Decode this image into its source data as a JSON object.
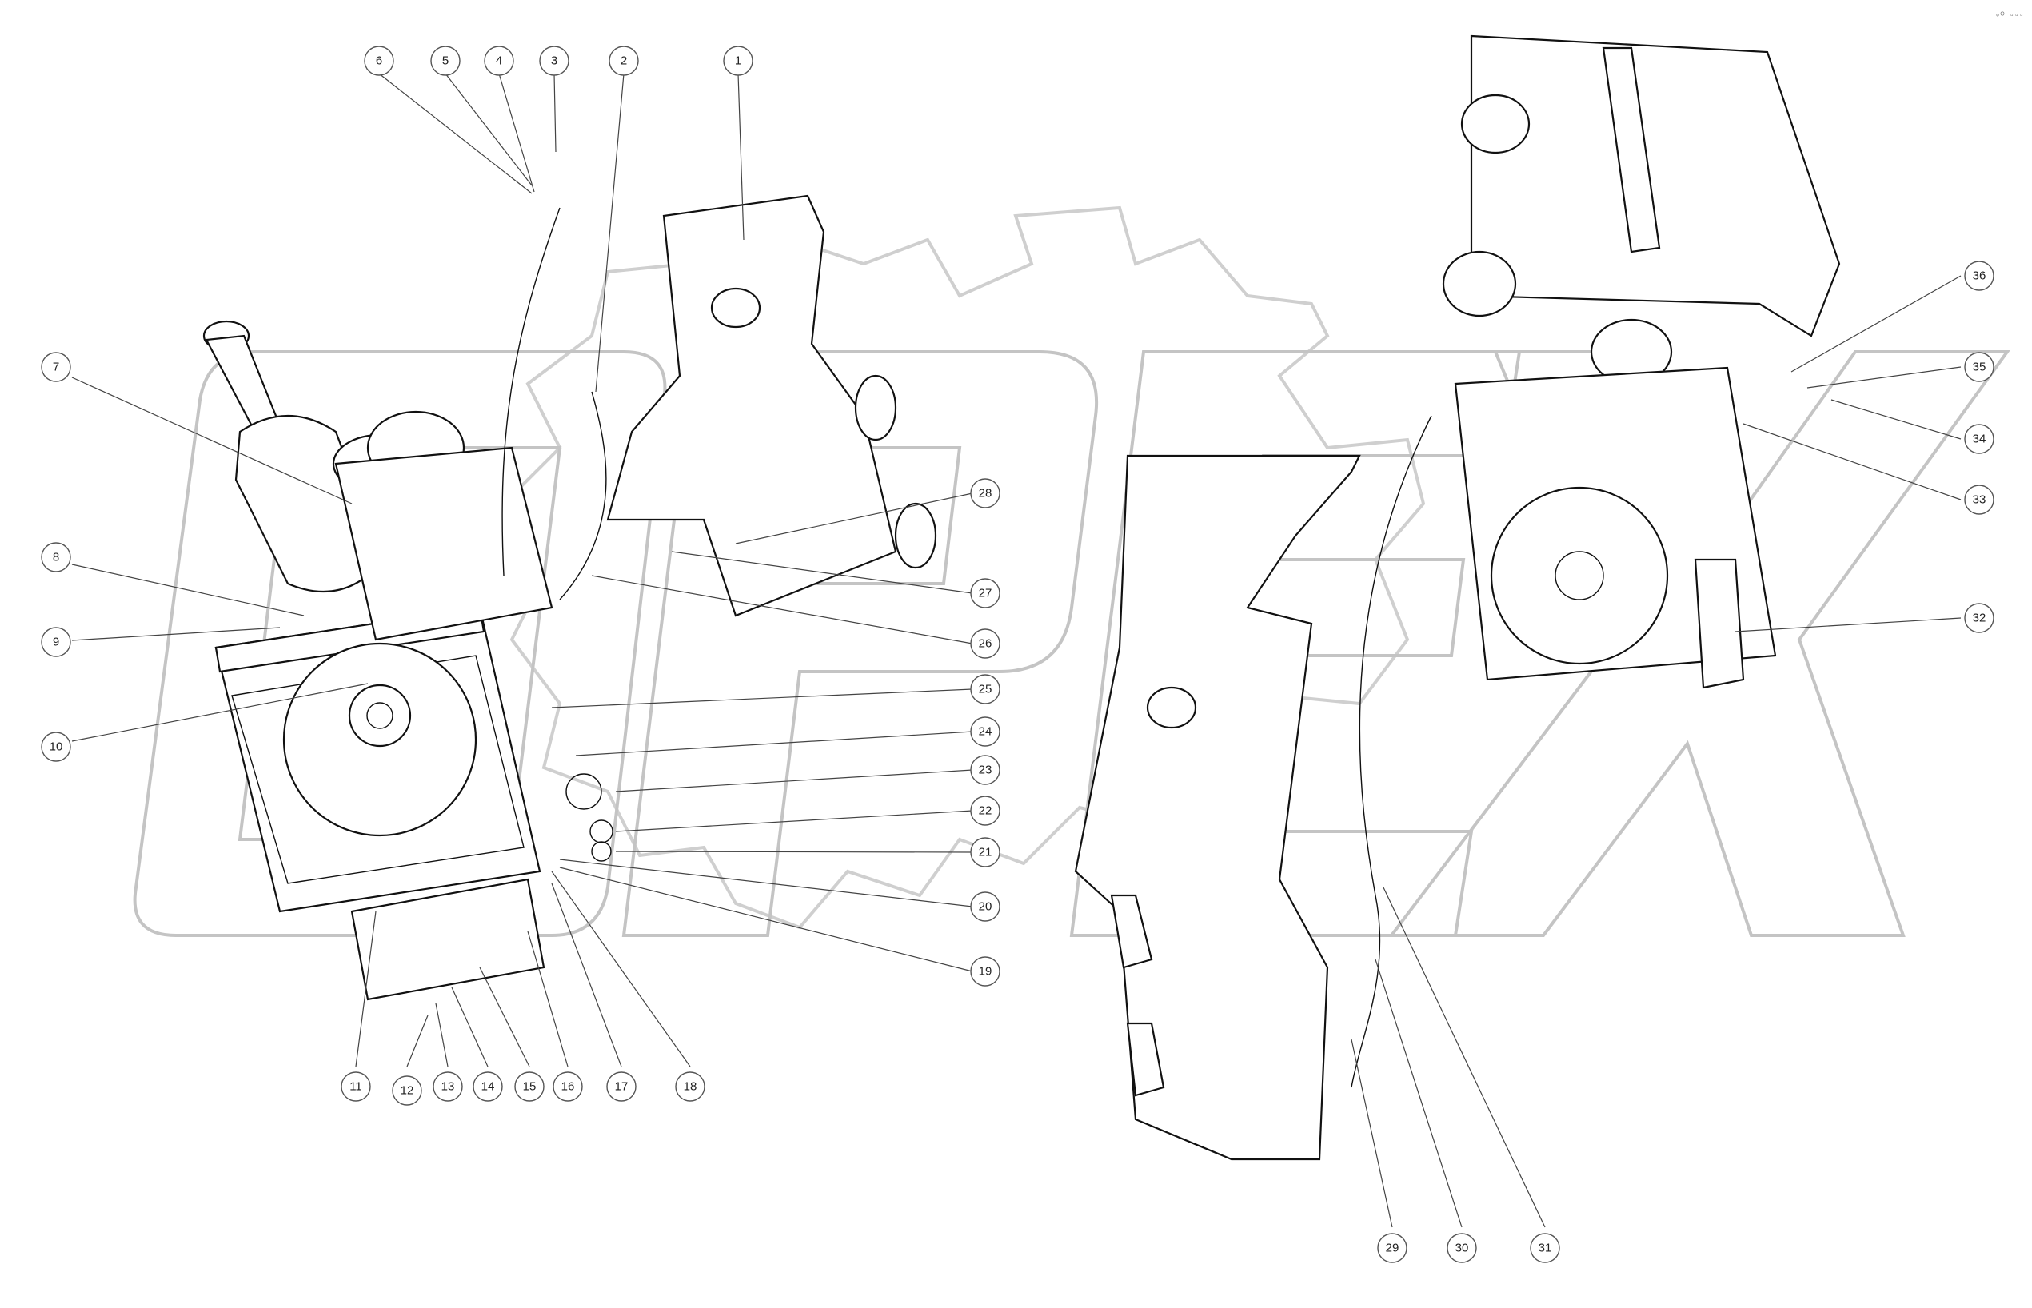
{
  "watermark": {
    "text": "OPEX"
  },
  "corner_mark": "∘ᴼ ▫▫▫",
  "callouts": [
    "1",
    "2",
    "3",
    "4",
    "5",
    "6",
    "7",
    "8",
    "9",
    "10",
    "11",
    "12",
    "13",
    "14",
    "15",
    "16",
    "17",
    "18",
    "19",
    "20",
    "21",
    "22",
    "23",
    "24",
    "25",
    "26",
    "27",
    "28",
    "29",
    "30",
    "31",
    "32",
    "33",
    "34",
    "35",
    "36"
  ]
}
